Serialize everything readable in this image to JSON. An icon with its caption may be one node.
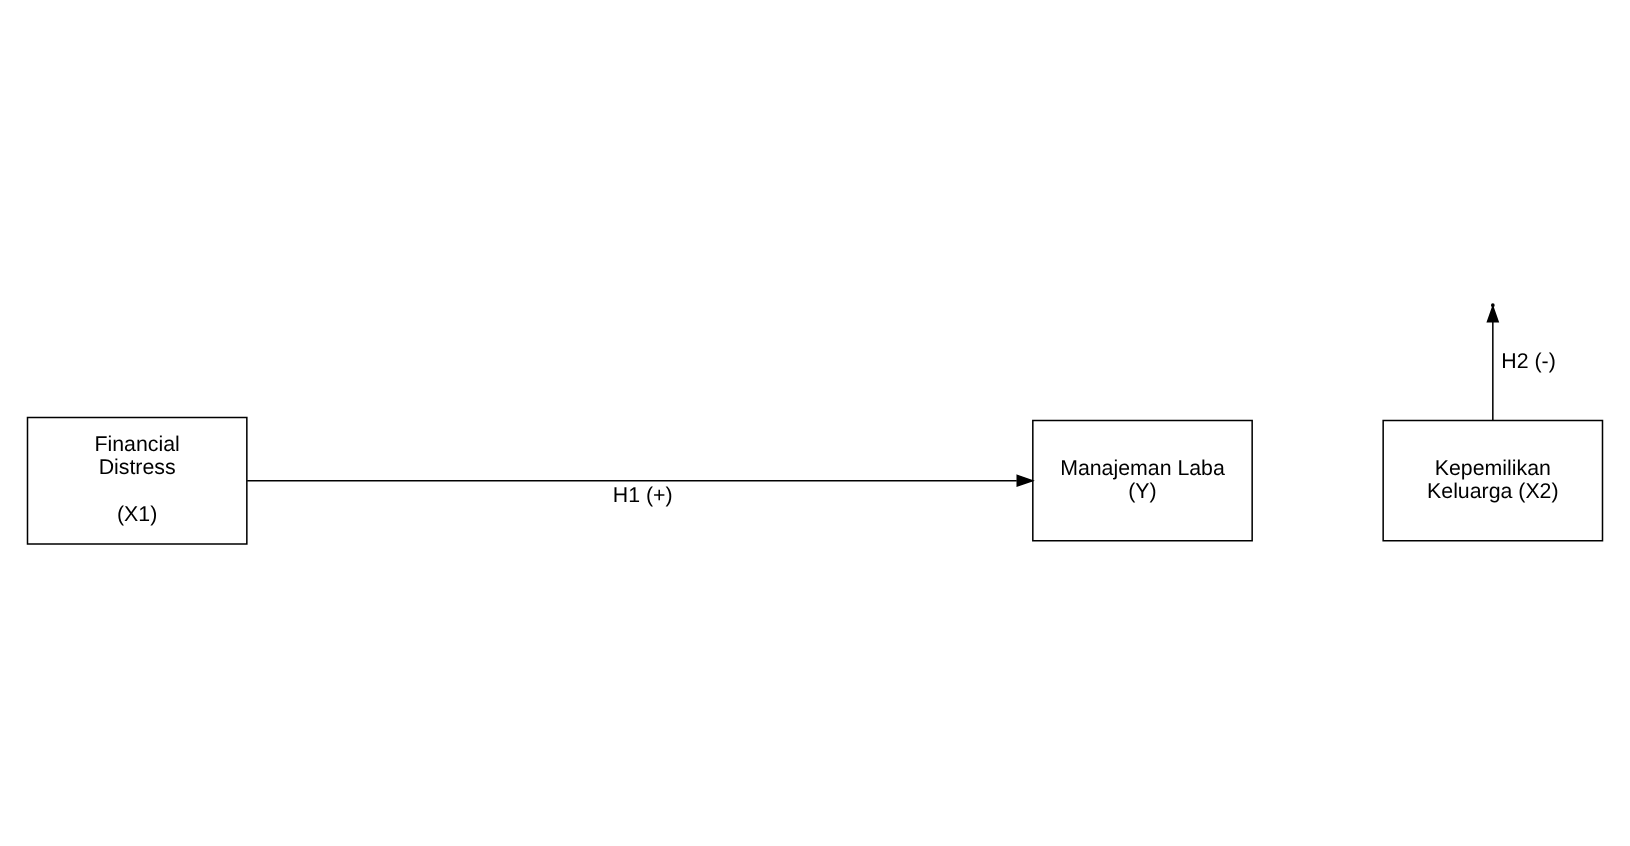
{
  "diagram": {
    "nodes": [
      {
        "text": [
          "Financial Distress",
          "(X1)"
        ]
      },
      {
        "text": [
          "Manajeman Laba (Y)"
        ]
      },
      {
        "text": [
          "Kepemilikan Keluarga (X2)"
        ]
      }
    ],
    "edges": [
      {
        "from": 0,
        "to": 1,
        "arrow": "to",
        "label": "H1 (+)"
      },
      {
        "from": 2,
        "to": null,
        "arrow": "to",
        "label": "H2 (-)"
      }
    ]
  }
}
